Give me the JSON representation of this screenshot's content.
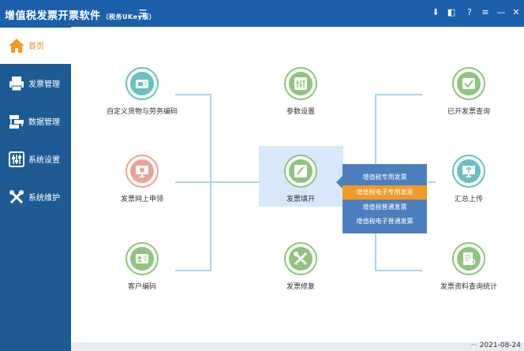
{
  "app": {
    "title": "增值税发票开票软件",
    "subtitle": "（税务UKey版）",
    "menu_icon": "☰"
  },
  "titlebar_buttons": [
    {
      "name": "pin-icon",
      "glyph": "⬇"
    },
    {
      "name": "skin-icon",
      "glyph": "◧"
    },
    {
      "name": "help-icon",
      "glyph": "?"
    },
    {
      "name": "menu-icon",
      "glyph": "≡"
    },
    {
      "name": "minimize-icon",
      "glyph": "—"
    },
    {
      "name": "close-icon",
      "glyph": "✕"
    }
  ],
  "sidebar": {
    "items": [
      {
        "label": "首页",
        "icon": "home-icon",
        "active": true
      },
      {
        "label": "发票管理",
        "icon": "printer-icon"
      },
      {
        "label": "数据管理",
        "icon": "data-icon"
      },
      {
        "label": "系统设置",
        "icon": "sliders-icon"
      },
      {
        "label": "系统维护",
        "icon": "tools-icon"
      }
    ]
  },
  "nodes": {
    "goods_code": {
      "label": "自定义货物与劳务编码",
      "icon": "goods-code-icon"
    },
    "invoice_apply": {
      "label": "发票网上申领",
      "icon": "invoice-apply-icon"
    },
    "customer_code": {
      "label": "客户编码",
      "icon": "customer-code-icon"
    },
    "params": {
      "label": "参数设置",
      "icon": "params-icon"
    },
    "invoice_fill": {
      "label": "发票填开",
      "icon": "invoice-fill-icon"
    },
    "invoice_repair": {
      "label": "发票修复",
      "icon": "repair-icon"
    },
    "issued_query": {
      "label": "已开发票查询",
      "icon": "issued-query-icon"
    },
    "upload": {
      "label": "汇总上传",
      "icon": "upload-icon"
    },
    "stats": {
      "label": "发票资料查询统计",
      "icon": "stats-icon"
    }
  },
  "dropdown": {
    "items": [
      "增值税专用发票",
      "增值税电子专用发票",
      "增值税普通发票",
      "增值税电子普通发票"
    ],
    "selected_index": 1
  },
  "status": {
    "date": "2021-08-24",
    "network_icon": "wifi-icon"
  },
  "colors": {
    "titlebar": "#1a5fa9",
    "sidebar": "#1e5b94",
    "accent": "#e48a1a",
    "green": "#8fc47e",
    "teal": "#69c1c1",
    "salmon": "#e9a49a",
    "dropdown": "#4d7fbe",
    "dropdown_selected": "#f29a27"
  }
}
